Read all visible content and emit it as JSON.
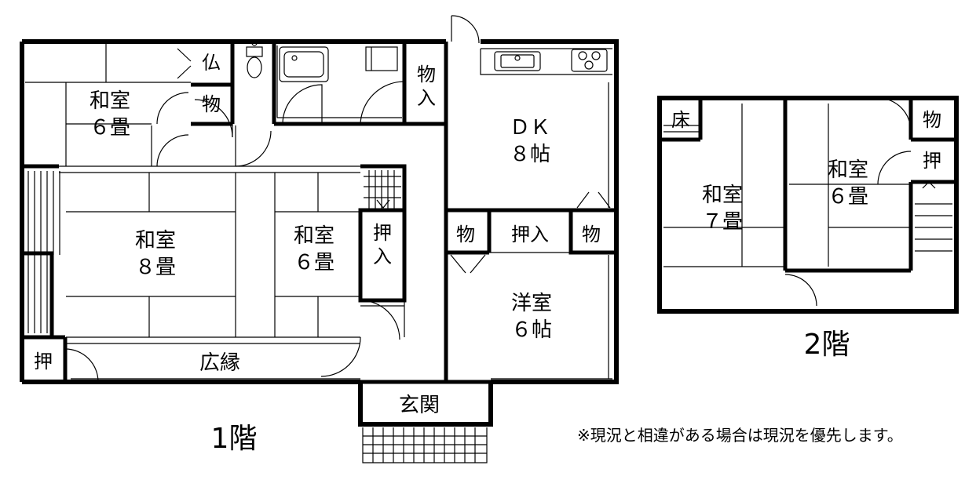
{
  "floor1": {
    "title": "1階",
    "rooms": {
      "washitsu6_nw": {
        "name": "和室",
        "size": "６畳"
      },
      "washitsu8": {
        "name": "和室",
        "size": "８畳"
      },
      "washitsu6_mid": {
        "name": "和室",
        "size": "６畳"
      },
      "dk": {
        "name": "ＤＫ",
        "size": "８帖"
      },
      "yoshitsu": {
        "name": "洋室",
        "size": "６帖"
      },
      "hiroen": {
        "name": "広縁"
      },
      "genkan": {
        "name": "玄関"
      }
    },
    "closets": {
      "butsu": "仏",
      "mono_top": "物",
      "mono_iri": "物入",
      "oshiire_mid": "押入",
      "mono_left": "物",
      "oshiire_right": "押入",
      "mono_right": "物",
      "oshi_sw": "押"
    }
  },
  "floor2": {
    "title": "2階",
    "rooms": {
      "washitsu7": {
        "name": "和室",
        "size": "７畳"
      },
      "washitsu6": {
        "name": "和室",
        "size": "６畳"
      }
    },
    "closets": {
      "toko": "床",
      "mono": "物",
      "oshi": "押"
    }
  },
  "note": "※現況と相違がある場合は現況を優先します。",
  "colors": {
    "wall": "#000000",
    "line": "#000000",
    "background": "#ffffff"
  }
}
